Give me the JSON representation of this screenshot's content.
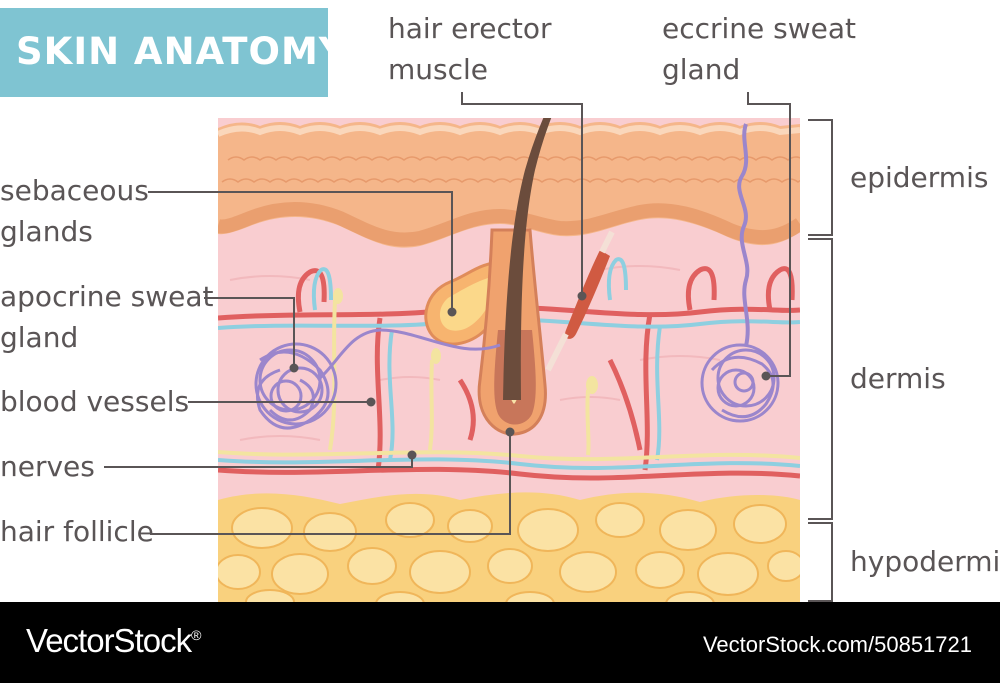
{
  "title": "SKIN ANATOMY",
  "labels": {
    "hair_erector_muscle": [
      "hair erector",
      "muscle"
    ],
    "eccrine_sweat_gland": [
      "eccrine sweat",
      "gland"
    ],
    "sebaceous_glands": [
      "sebaceous",
      "glands"
    ],
    "apocrine_sweat_gland": [
      "apocrine sweat",
      "gland"
    ],
    "blood_vessels": "blood vessels",
    "nerves": "nerves",
    "hair_follicle": "hair follicle"
  },
  "layers": {
    "epidermis": "epidermis",
    "dermis": "dermis",
    "hypodermis": "hypodermis"
  },
  "footer": {
    "brand": "VectorStock",
    "brand_mark": "®",
    "image_id": "VectorStock.com/50851721"
  },
  "colors": {
    "title_bg": "#7fc4d2",
    "epidermis": "#f5b68a",
    "dermis": "#f9cdd0",
    "hypodermis": "#f9d17e",
    "blood_vessel": "#e06060",
    "nerve": "#f3e4a0",
    "gland": "#9b86cc",
    "hair": "#6b4c3c",
    "leader_line": "#5a5556"
  }
}
